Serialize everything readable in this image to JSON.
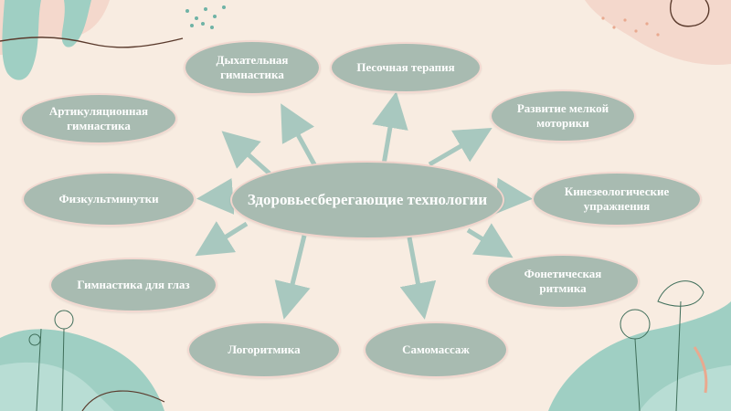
{
  "diagram": {
    "center": "Здоровьесберегающие технологии",
    "nodes": [
      "Дыхательная гимнастика",
      "Песочная терапия",
      "Артикуляционная гимнастика",
      "Развитие мелкой моторики",
      "Физкультминутки",
      "Кинезеологические упражнения",
      "Гимнастика для глаз",
      "Фонетическая ритмика",
      "Логоритмика",
      "Самомассаж"
    ]
  },
  "colors": {
    "background": "#f8ece1",
    "node_fill": "#a8bbb1",
    "node_border": "#f3d9d1",
    "arrow": "#a8c8bf",
    "accent_teal": "#9fcfc3",
    "accent_pink": "#f4cfc2"
  }
}
